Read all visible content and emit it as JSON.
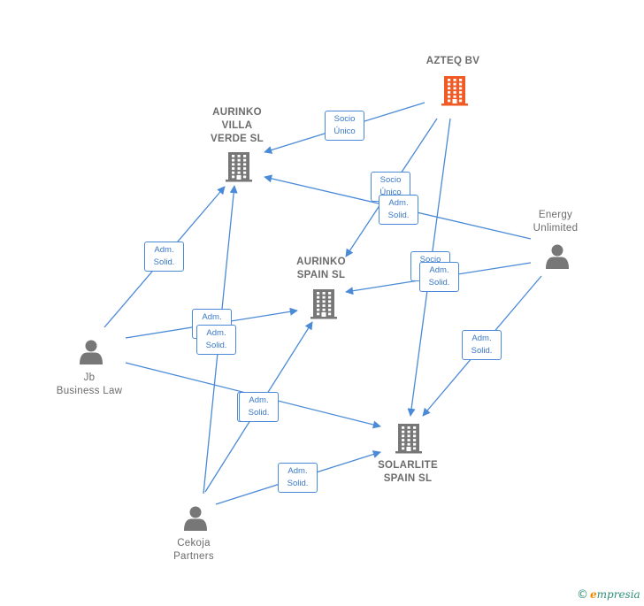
{
  "nodes": {
    "azteq": {
      "label": "AZTEQ BV",
      "type": "company",
      "color": "#f15a24"
    },
    "villa": {
      "label": "AURINKO\nVILLA\nVERDE  SL",
      "type": "company",
      "color": "#777777"
    },
    "spain": {
      "label": "AURINKO\nSPAIN  SL",
      "type": "company",
      "color": "#777777"
    },
    "solarlite": {
      "label": "SOLARLITE\nSPAIN  SL",
      "type": "company",
      "color": "#777777"
    },
    "energy": {
      "label": "Energy\nUnlimited",
      "type": "person",
      "color": "#777777"
    },
    "jb": {
      "label": "Jb\nBusiness Law",
      "type": "person",
      "color": "#777777"
    },
    "cekoja": {
      "label": "Cekoja\nPartners",
      "type": "person",
      "color": "#777777"
    }
  },
  "edges": [
    {
      "from": "azteq",
      "to": "villa",
      "label": "Socio\nÚnico"
    },
    {
      "from": "azteq",
      "to": "spain",
      "label": "Socio\nÚnico"
    },
    {
      "from": "azteq",
      "to": "solarlite",
      "label": "Socio\nÚnico"
    },
    {
      "from": "energy",
      "to": "villa",
      "label": "Adm.\nSolid."
    },
    {
      "from": "energy",
      "to": "spain",
      "label": "Adm.\nSolid."
    },
    {
      "from": "energy",
      "to": "solarlite",
      "label": "Adm.\nSolid."
    },
    {
      "from": "jb",
      "to": "villa",
      "label": "Adm.\nSolid."
    },
    {
      "from": "jb",
      "to": "spain",
      "label": "Adm.\nSolid."
    },
    {
      "from": "jb",
      "to": "solarlite",
      "label": "Adm.\nSolid."
    },
    {
      "from": "cekoja",
      "to": "villa",
      "label": "Adm.\nSolid."
    },
    {
      "from": "cekoja",
      "to": "spain",
      "label": "Adm.\nSolid."
    },
    {
      "from": "cekoja",
      "to": "solarlite",
      "label": "Adm.\nSolid."
    }
  ],
  "colors": {
    "edge": "#4a8ad6",
    "badge_text": "#3a78c8",
    "node_text": "#6b6b6b"
  },
  "icons": {
    "company": "building-icon",
    "person": "person-icon"
  },
  "brand": {
    "copyright": "©",
    "initial": "e",
    "name": "mpresia"
  }
}
